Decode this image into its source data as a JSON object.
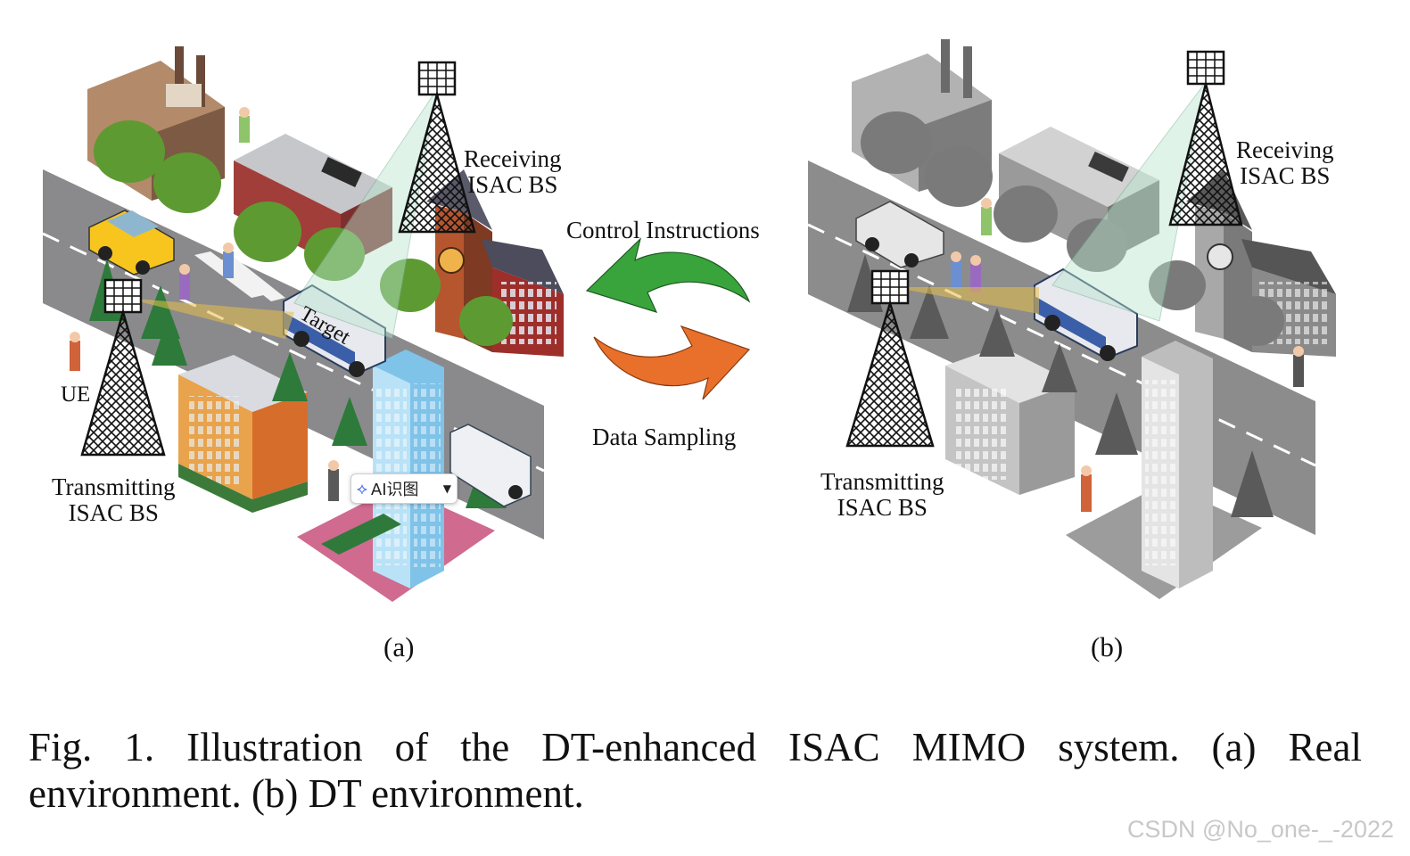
{
  "panel_a": {
    "receiving_label": [
      "Receiving",
      "ISAC BS"
    ],
    "transmitting_label": [
      "Transmitting",
      "ISAC BS"
    ],
    "target_label": "Target",
    "ue_label": "UE",
    "sub_caption": "(a)"
  },
  "panel_b": {
    "receiving_label": [
      "Receiving",
      "ISAC BS"
    ],
    "transmitting_label": [
      "Transmitting",
      "ISAC BS"
    ],
    "sub_caption": "(b)"
  },
  "arrows": {
    "control_label": "Control Instructions",
    "data_label": "Data Sampling",
    "control_color": "#3aa43c",
    "data_color": "#e8702a"
  },
  "caption": {
    "line1": "Fig. 1.    Illustration of the DT-enhanced ISAC MIMO system. (a) Real",
    "line2": "environment. (b) DT environment."
  },
  "overlay": {
    "chip_label": "AI识图"
  },
  "watermark": "CSDN @No_one-_-2022"
}
